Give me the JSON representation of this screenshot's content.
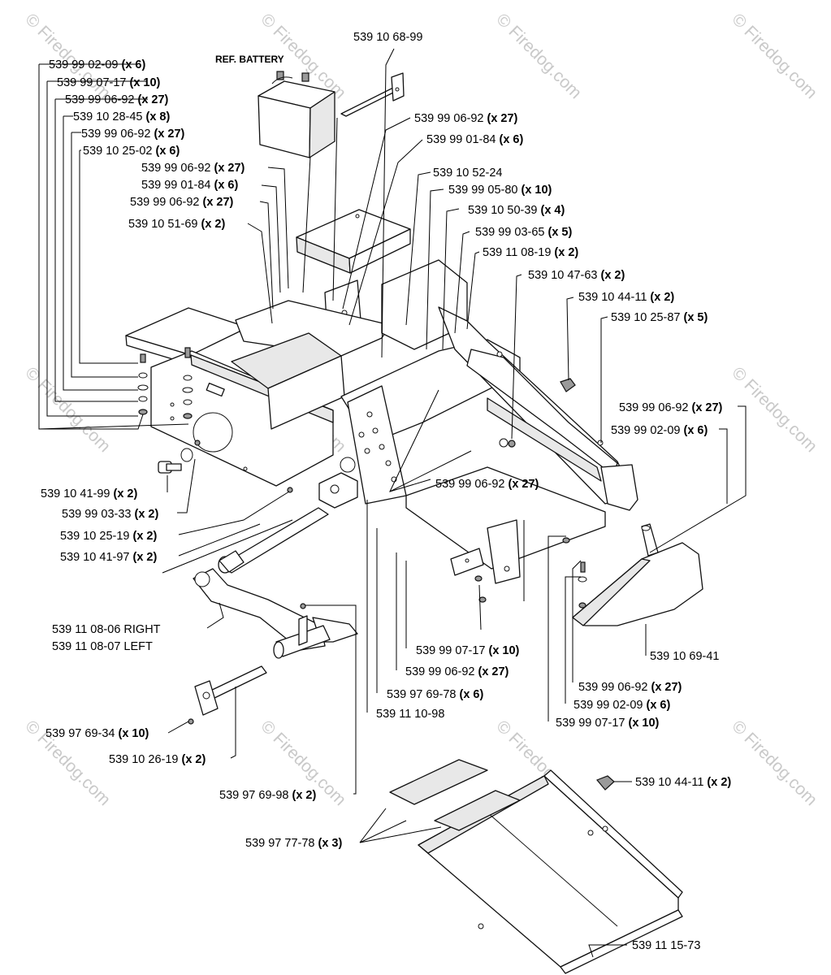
{
  "labels": {
    "ref_battery": "REF. BATTERY",
    "p_68_99": "539  10 68-99",
    "p_02_09_tl_num": "539 99 02-09",
    "p_02_09_tl_qty": "(x 6)",
    "p_07_17_tl_num": "539 99 07-17",
    "p_07_17_tl_qty": "(x 10)",
    "p_06_92_a_num": "539 99 06-92",
    "p_06_92_a_qty": "(x 27)",
    "p_28_45_num": "539 10 28-45",
    "p_28_45_qty": "(x 8)",
    "p_06_92_b_num": "539 99 06-92",
    "p_06_92_b_qty": "(x 27)",
    "p_25_02_num": "539 10 25-02",
    "p_25_02_qty": "(x 6)",
    "p_06_92_c_num": "539 99 06-92",
    "p_06_92_c_qty": "(x 27)",
    "p_01_84_a_num": "539 99 01-84",
    "p_01_84_a_qty": "(x 6)",
    "p_06_92_d_num": "539 99 06-92",
    "p_06_92_d_qty": "(x 27)",
    "p_51_69_num": "539 10 51-69",
    "p_51_69_qty": "(x 2)",
    "p_06_92_e_num": "539 99 06-92",
    "p_06_92_e_qty": "(x 27)",
    "p_01_84_b_num": "539 99 01-84",
    "p_01_84_b_qty": "(x 6)",
    "p_52_24": "539 10 52-24",
    "p_05_80_num": "539 99 05-80",
    "p_05_80_qty": "(x 10)",
    "p_50_39_num": "539  10 50-39",
    "p_50_39_qty": "(x 4)",
    "p_03_65_num": "539 99 03-65",
    "p_03_65_qty": "(x 5)",
    "p_08_19_num": "539 11 08-19",
    "p_08_19_qty": "(x 2)",
    "p_47_63_num": "539 10 47-63",
    "p_47_63_qty": "(x 2)",
    "p_44_11_a_num": "539 10 44-11",
    "p_44_11_a_qty": "(x 2)",
    "p_25_87_num": "539 10 25-87",
    "p_25_87_qty": "(x 5)",
    "p_06_92_f_num": "539 99 06-92",
    "p_06_92_f_qty": "(x 27)",
    "p_02_09_r_num": "539 99 02-09",
    "p_02_09_r_qty": "(x 6)",
    "p_41_99_num": "539 10 41-99",
    "p_41_99_qty": "(x 2)",
    "p_03_33_num": "539 99 03-33",
    "p_03_33_qty": "(x 2)",
    "p_06_92_g_num": "539 99 06-92",
    "p_06_92_g_qty": "(x 27)",
    "p_25_19_num": "539 10 25-19",
    "p_25_19_qty": "(x 2)",
    "p_41_97_num": "539 10 41-97",
    "p_41_97_qty": "(x 2)",
    "p_08_06": "539 11 08-06 RIGHT",
    "p_08_07": "539 11 08-07 LEFT",
    "p_07_17_m_num": "539 99 07-17",
    "p_07_17_m_qty": "(x 10)",
    "p_69_41": "539 10 69-41",
    "p_06_92_h_num": "539 99 06-92",
    "p_06_92_h_qty": "(x 27)",
    "p_06_92_i_num": "539 99 06-92",
    "p_06_92_i_qty": "(x 27)",
    "p_69_78_num": "539 97 69-78",
    "p_69_78_qty": "(x 6)",
    "p_02_09_m_num": "539 99 02-09",
    "p_02_09_m_qty": "(x 6)",
    "p_10_98": "539 11 10-98",
    "p_07_17_b_num": "539 99 07-17",
    "p_07_17_b_qty": "(x 10)",
    "p_69_34_num": "539 97 69-34",
    "p_69_34_qty": "(x 10)",
    "p_26_19_num": "539 10 26-19",
    "p_26_19_qty": "(x 2)",
    "p_69_98_num": "539 97 69-98",
    "p_69_98_qty": "(x 2)",
    "p_44_11_b_num": "539 10 44-11",
    "p_44_11_b_qty": "(x 2)",
    "p_77_78_num": "539 97 77-78",
    "p_77_78_qty": "(x 3)",
    "p_15_73": "539 11 15-73"
  },
  "watermark": {
    "text": "© Firedog.com",
    "diagonal_text": "© Firedog.com"
  }
}
